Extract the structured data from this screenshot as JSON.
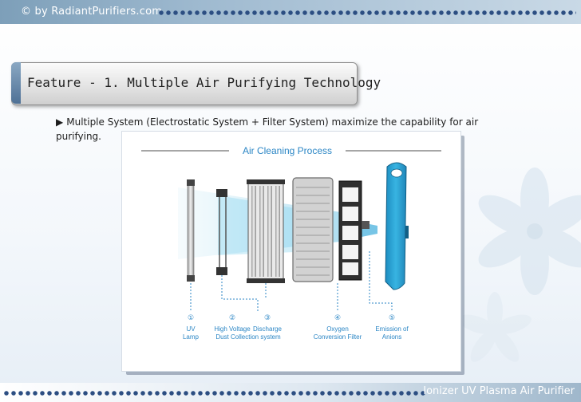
{
  "header": {
    "copyright": "© by RadiantPurifiers.com"
  },
  "feature": {
    "title": "Feature -  1. Multiple Air Purifying Technology"
  },
  "bullet": {
    "text": "Multiple System (Electrostatic System + Filter System) maximize the capability  for air purifying."
  },
  "diagram": {
    "title": "Air Cleaning Process",
    "components": [
      {
        "number": "①",
        "label_line1": "UV",
        "label_line2": "Lamp"
      },
      {
        "number": "②",
        "label_line1": "High Voltage",
        "label_line2": "Dust Collection system"
      },
      {
        "number": "③",
        "label_line1": "Discharge",
        "label_line2": ""
      },
      {
        "number": "④",
        "label_line1": "Oxygen",
        "label_line2": "Conversion Filter"
      },
      {
        "number": "⑤",
        "label_line1": "Emission of",
        "label_line2": "Anions"
      }
    ]
  },
  "footer": {
    "title": "Ionizer UV Plasma Air Purifier"
  },
  "colors": {
    "accent_blue": "#2aa3d6",
    "label_blue": "#2b86c5",
    "dot_blue": "#2c4e82"
  }
}
